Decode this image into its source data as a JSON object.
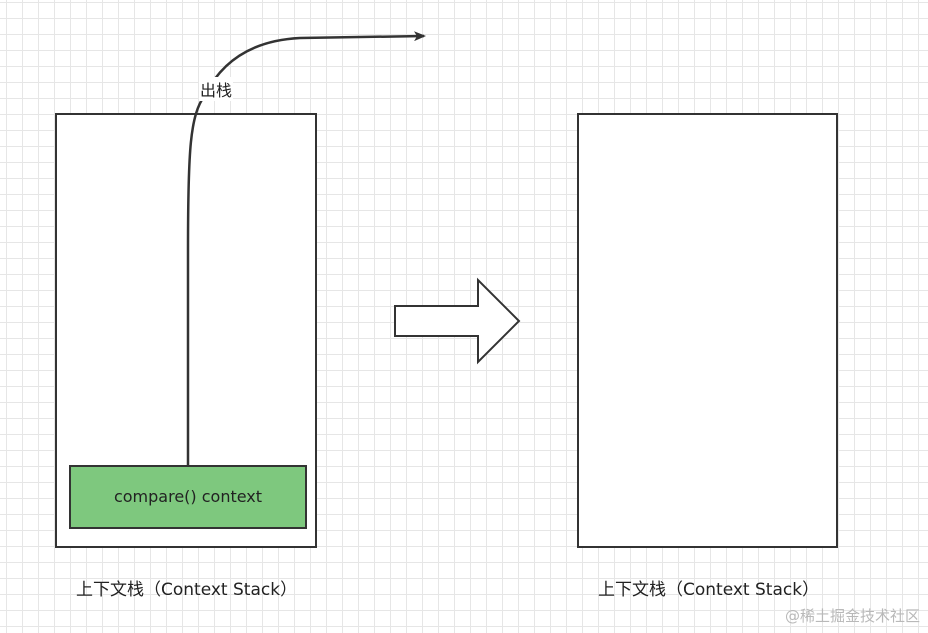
{
  "pop_label": "出栈",
  "left_stack": {
    "frame_label": "compare() context",
    "frame_color": "#7ec87e",
    "caption": "上下文栈（Context Stack）"
  },
  "right_stack": {
    "caption": "上下文栈（Context Stack）"
  },
  "transition_arrow_icon": "right-block-arrow-icon",
  "watermark": "@稀土掘金技术社区"
}
